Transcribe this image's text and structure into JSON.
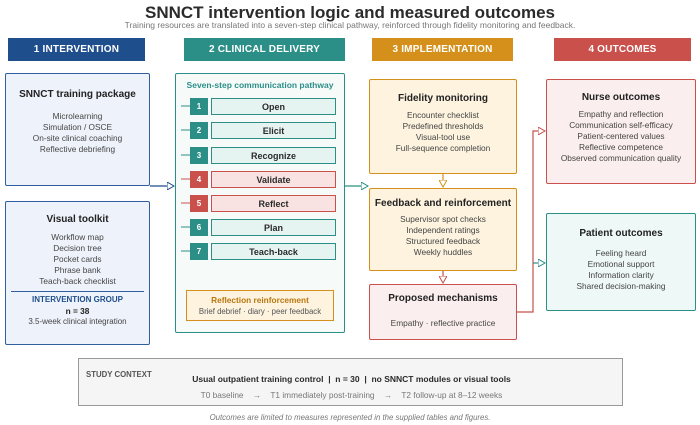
{
  "title": "SNNCT intervention logic and measured outcomes",
  "subtitle": "Training resources are translated into a seven-step clinical pathway, reinforced through fidelity monitoring and feedback.",
  "headers": [
    "1  INTERVENTION",
    "2  CLINICAL DELIVERY",
    "3  IMPLEMENTATION",
    "4  OUTCOMES"
  ],
  "colors": {
    "intervention": "#1f4e8c",
    "delivery": "#2b8f88",
    "implementation": "#d4901a",
    "outcomes": "#c9504b"
  },
  "intervention": {
    "training": {
      "title": "SNNCT training package",
      "items": [
        "Microlearning",
        "Simulation / OSCE",
        "On-site clinical coaching",
        "Reflective debriefing"
      ]
    },
    "toolkit": {
      "title": "Visual toolkit",
      "items": [
        "Workflow map",
        "Decision tree",
        "Pocket cards",
        "Phrase bank",
        "Teach-back checklist"
      ]
    },
    "group": {
      "label": "INTERVENTION GROUP",
      "n": "n = 38",
      "duration": "3.5-week clinical integration"
    }
  },
  "delivery": {
    "title": "Seven-step communication pathway",
    "steps": [
      {
        "num": "1",
        "label": "Open"
      },
      {
        "num": "2",
        "label": "Elicit"
      },
      {
        "num": "3",
        "label": "Recognize"
      },
      {
        "num": "4",
        "label": "Validate"
      },
      {
        "num": "5",
        "label": "Reflect"
      },
      {
        "num": "6",
        "label": "Plan"
      },
      {
        "num": "7",
        "label": "Teach-back"
      }
    ],
    "reflection": {
      "title": "Reflection reinforcement",
      "text": "Brief debrief  ·  diary  ·  peer feedback"
    }
  },
  "implementation": {
    "fidelity": {
      "title": "Fidelity monitoring",
      "items": [
        "Encounter checklist",
        "Predefined thresholds",
        "Visual-tool use",
        "Full-sequence completion"
      ]
    },
    "feedback": {
      "title": "Feedback and reinforcement",
      "items": [
        "Supervisor spot checks",
        "Independent ratings",
        "Structured feedback",
        "Weekly huddles"
      ]
    },
    "mechanisms": {
      "title": "Proposed mechanisms",
      "text": "Empathy  ·  reflective practice"
    }
  },
  "outcomes": {
    "nurse": {
      "title": "Nurse outcomes",
      "items": [
        "Empathy and reflection",
        "Communication self-efficacy",
        "Patient-centered values",
        "Reflective competence",
        "Observed communication quality"
      ]
    },
    "patient": {
      "title": "Patient outcomes",
      "items": [
        "Feeling heard",
        "Emotional support",
        "Information clarity",
        "Shared decision-making"
      ]
    }
  },
  "context": {
    "label": "STUDY CONTEXT",
    "control": "Usual outpatient training control  |  n = 30  |  no SNNCT modules or visual tools",
    "t0": "T0 baseline",
    "t1": "T1 immediately post-training",
    "t2": "T2 follow-up at 8–12 weeks",
    "arrow": "→"
  },
  "footnote": "Outcomes are limited to measures represented in the supplied tables and figures."
}
